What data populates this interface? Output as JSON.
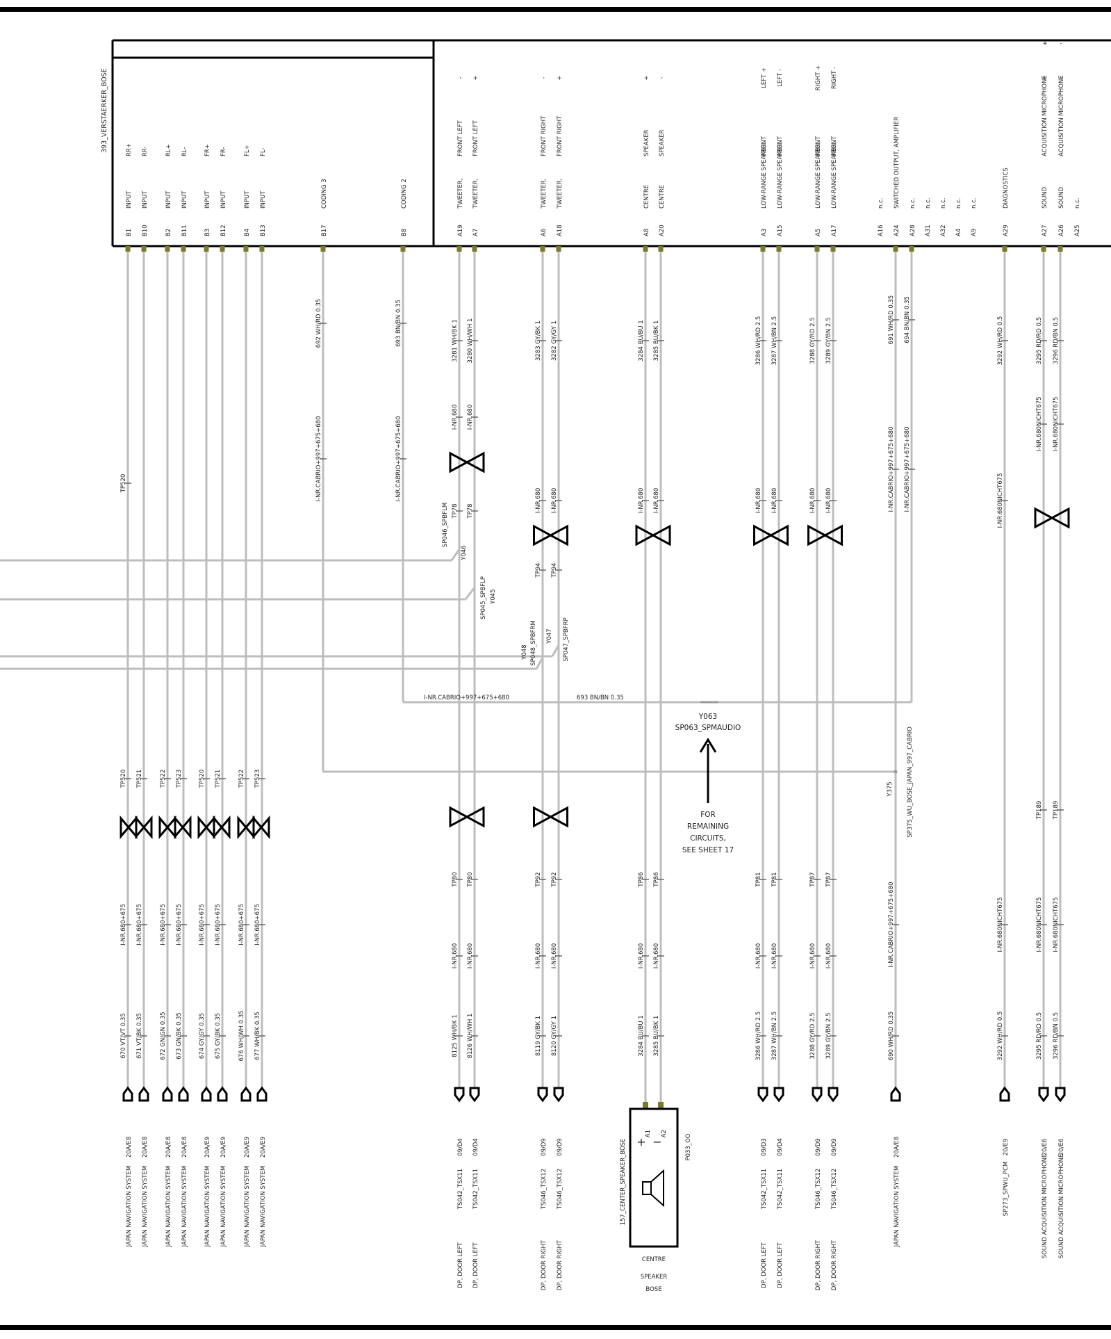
{
  "module": {
    "name": "393_VERSTAERKER_BOSE",
    "pins": [
      {
        "pin": "B1",
        "func": "INPUT",
        "sig": "RR+"
      },
      {
        "pin": "B10",
        "func": "INPUT",
        "sig": "RR-"
      },
      {
        "pin": "B2",
        "func": "INPUT",
        "sig": "RL+"
      },
      {
        "pin": "B11",
        "func": "INPUT",
        "sig": "RL-"
      },
      {
        "pin": "B3",
        "func": "INPUT",
        "sig": "FR+"
      },
      {
        "pin": "B12",
        "func": "INPUT",
        "sig": "FR-"
      },
      {
        "pin": "B4",
        "func": "INPUT",
        "sig": "FL+"
      },
      {
        "pin": "B13",
        "func": "INPUT",
        "sig": "FL-"
      },
      {
        "pin": "B17",
        "func": "CODING 3",
        "sig": ""
      },
      {
        "pin": "B8",
        "func": "CODING 2",
        "sig": ""
      },
      {
        "pin": "A19",
        "func": "TWEETER,",
        "sig": "FRONT LEFT",
        "pol": "-"
      },
      {
        "pin": "A7",
        "func": "TWEETER,",
        "sig": "FRONT LEFT",
        "pol": "+"
      },
      {
        "pin": "A6",
        "func": "TWEETER,",
        "sig": "FRONT RIGHT",
        "pol": "-"
      },
      {
        "pin": "A18",
        "func": "TWEETER,",
        "sig": "FRONT RIGHT",
        "pol": "+"
      },
      {
        "pin": "A8",
        "func": "CENTRE",
        "sig": "SPEAKER",
        "pol": "+"
      },
      {
        "pin": "A20",
        "func": "CENTRE",
        "sig": "SPEAKER",
        "pol": "-"
      },
      {
        "pin": "A3",
        "func": "LOW-RANGE SPEAKER,",
        "sig": "FRONT",
        "pol": "LEFT +"
      },
      {
        "pin": "A15",
        "func": "LOW-RANGE SPEAKER,",
        "sig": "FRONT",
        "pol": "LEFT -"
      },
      {
        "pin": "A5",
        "func": "LOW-RANGE SPEAKER,",
        "sig": "FRONT",
        "pol": "RIGHT +"
      },
      {
        "pin": "A17",
        "func": "LOW-RANGE SPEAKER,",
        "sig": "FRONT",
        "pol": "RIGHT -"
      },
      {
        "pin": "A16",
        "func": "n.c.",
        "sig": ""
      },
      {
        "pin": "A24",
        "func": "SWITCHED OUTPUT, AMPLIFIER",
        "sig": ""
      },
      {
        "pin": "A28",
        "func": "n.c.",
        "sig": ""
      },
      {
        "pin": "A31",
        "func": "n.c.",
        "sig": ""
      },
      {
        "pin": "A32",
        "func": "n.c.",
        "sig": ""
      },
      {
        "pin": "A4",
        "func": "n.c.",
        "sig": ""
      },
      {
        "pin": "A9",
        "func": "n.c.",
        "sig": ""
      },
      {
        "pin": "A29",
        "func": "DIAGNOSTICS",
        "sig": ""
      },
      {
        "pin": "A27",
        "func": "SOUND",
        "sig": "ACQUISITION MICROPHONE",
        "pol": "+"
      },
      {
        "pin": "A26",
        "func": "SOUND",
        "sig": "ACQUISITION MICROPHONE",
        "pol": "-"
      },
      {
        "pin": "A25",
        "func": "n.c.",
        "sig": ""
      }
    ]
  },
  "wires_top": [
    "692 WH/RD 0.35",
    "693 BN/BN 0.35",
    "3281 WH/BK 1",
    "3280 WH/WH 1",
    "3283 GY/BK 1",
    "3282 GY/GY 1",
    "3284 BU/BU 1",
    "3285 BU/BK 1",
    "3286 WH/RD 2.5",
    "3287 WH/BN 2.5",
    "3288 GY/RD 2.5",
    "3289 GY/BN 2.5",
    "691 WH/RD 0.35",
    "694 BN/BN 0.35",
    "3292 WH/RD 0.5",
    "3295 RD/RD 0.5",
    "3296 RD/BN 0.5"
  ],
  "options": {
    "cabrio": "I-NR.CABRIO+997+675+680",
    "nr680": "I-NR.680",
    "nicht675": "I-NR.680NICHT675",
    "nr680_675": "I-NR.680+675"
  },
  "tps": {
    "tp520": "TP520",
    "tp521": "TP521",
    "tp522": "TP522",
    "tp523": "TP523",
    "tp78": "TP78",
    "tp94": "TP94",
    "tp80": "TP80",
    "tp92": "TP92",
    "tp86": "TP86",
    "tp81": "TP81",
    "tp87": "TP87",
    "tp189": "TP189"
  },
  "splices": {
    "sp046": "SP046_SPBFLM",
    "y046": "Y046",
    "sp045": "SP045_SPBFLP",
    "y045": "Y045",
    "y048": "Y048",
    "sp048": "SP048_SPBFRM",
    "y047": "Y047",
    "sp047": "SP047_SPBFRP",
    "y063": "Y063",
    "sp063": "SP063_SPMAUDIO",
    "y375": "Y375",
    "sp375": "SP375_WU_BOSE_JAPAN_997_CABRIO"
  },
  "hwire": {
    "cabrio": "I-NR.CABRIO+997+675+680",
    "w693": "693 BN/BN 0.35"
  },
  "remaining": [
    "FOR",
    "REMAINING",
    "CIRCUITS,",
    "SEE SHEET 17"
  ],
  "wires_bottom": [
    "670 VT/VT 0.35",
    "671 VT/BK 0.35",
    "672 GN/GN 0.35",
    "673 GN/BK 0.35",
    "674 GY/GY 0.35",
    "675 GY/BK 0.35",
    "676 WH/WH 0.35",
    "677 WH/BK 0.35",
    "8125 WH/BK 1",
    "8126 WH/WH 1",
    "8119 GY/BK 1",
    "8120 GY/GY 1",
    "3284 BU/BU 1",
    "3285 BU/BK 1",
    "3286 WH/RD 2.5",
    "3287 WH/BN 2.5",
    "3288 GY/RD 2.5",
    "3289 GY/BN 2.5",
    "690 WH/RD 0.35",
    "3292 WH/RD 0.5",
    "3295 RD/RD 0.5",
    "3296 RD/BN 0.5"
  ],
  "dest_ref": [
    "20A/E8",
    "20A/E8",
    "20A/E8",
    "20A/E8",
    "20A/E9",
    "20A/E9",
    "20A/E9",
    "20A/E9",
    "09/D4",
    "09/D4",
    "09/D9",
    "09/D9",
    "09/D3",
    "09/D4",
    "09/D9",
    "09/D9",
    "20A/E8",
    "20/E9",
    "20/E6",
    "20/E6"
  ],
  "dest_conn": [
    "JAPAN NAVIGATION SYSTEM",
    "TS042_TSX11",
    "TS046_TSX12",
    "SP273_SPWU_PCM",
    "SOUND ACQUISITION MICROPHONE"
  ],
  "dest_desc": [
    "DP, DOOR LEFT",
    "DP, DOOR RIGHT"
  ],
  "speaker": {
    "name": "157_CENTER_SPEAKER_BOSE",
    "conn": "P033_OO",
    "pins": [
      "A1",
      "A2"
    ],
    "pol": [
      "+",
      "−"
    ],
    "caption": [
      "CENTRE",
      "SPEAKER",
      "BOSE"
    ]
  }
}
